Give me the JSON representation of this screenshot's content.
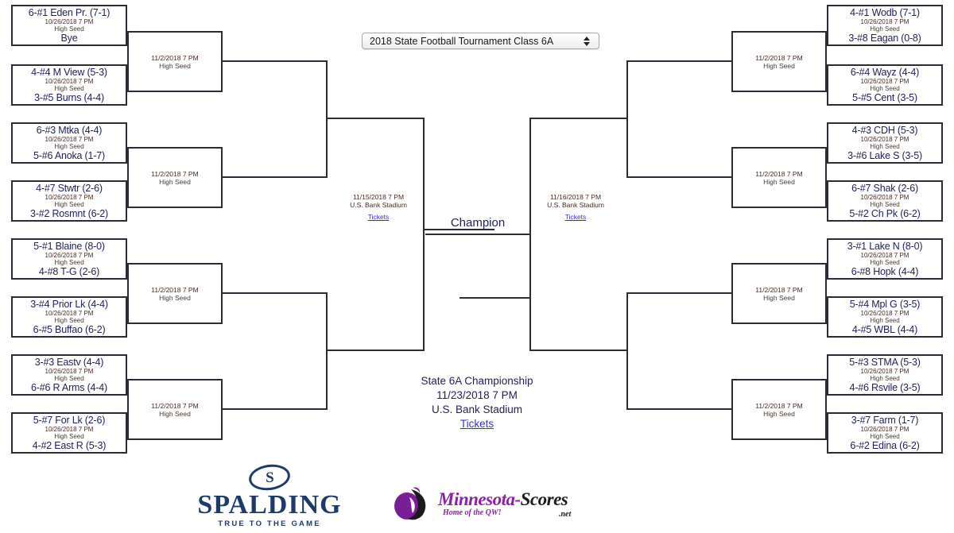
{
  "selector": {
    "name": "tournament-selector",
    "value": "2018 State Football Tournament Class 6A",
    "stepper_up_icon": "triangle-up-icon",
    "stepper_down_icon": "triangle-down-icon"
  },
  "labels": {
    "high_seed": "High Seed",
    "round1_datetime": "10/26/2018 7 PM",
    "round2_datetime": "11/2/2018 7 PM",
    "tickets": "Tickets",
    "champion": "Champion"
  },
  "left": {
    "round1": [
      {
        "top": "6-#1 Eden Pr. (7-1)",
        "date": "10/26/2018 7 PM",
        "seed": "High Seed",
        "bottom": "Bye"
      },
      {
        "top": "4-#4 M View (5-3)",
        "date": "10/26/2018 7 PM",
        "seed": "High Seed",
        "bottom": "3-#5 Burns (4-4)"
      },
      {
        "top": "6-#3 Mtka (4-4)",
        "date": "10/26/2018 7 PM",
        "seed": "High Seed",
        "bottom": "5-#6 Anoka (1-7)"
      },
      {
        "top": "4-#7 Stwtr (2-6)",
        "date": "10/26/2018 7 PM",
        "seed": "High Seed",
        "bottom": "3-#2 Rosmnt (6-2)"
      },
      {
        "top": "5-#1 Blaine (8-0)",
        "date": "10/26/2018 7 PM",
        "seed": "High Seed",
        "bottom": "4-#8 T-G (2-6)"
      },
      {
        "top": "3-#4 Prior Lk (4-4)",
        "date": "10/26/2018 7 PM",
        "seed": "High Seed",
        "bottom": "6-#5 Buffao (6-2)"
      },
      {
        "top": "3-#3 Eastv (4-4)",
        "date": "10/26/2018 7 PM",
        "seed": "High Seed",
        "bottom": "6-#6 R Arms (4-4)"
      },
      {
        "top": "5-#7 For Lk (2-6)",
        "date": "10/26/2018 7 PM",
        "seed": "High Seed",
        "bottom": "4-#2 East R (5-3)"
      }
    ],
    "round2": [
      {
        "date": "11/2/2018 7 PM",
        "seed": "High Seed"
      },
      {
        "date": "11/2/2018 7 PM",
        "seed": "High Seed"
      },
      {
        "date": "11/2/2018 7 PM",
        "seed": "High Seed"
      },
      {
        "date": "11/2/2018 7 PM",
        "seed": "High Seed"
      }
    ],
    "semifinal": {
      "date": "11/15/2018 7 PM",
      "venue": "U.S. Bank Stadium",
      "tickets": "Tickets"
    }
  },
  "right": {
    "round1": [
      {
        "top": "4-#1 Wodb (7-1)",
        "date": "10/26/2018 7 PM",
        "seed": "High Seed",
        "bottom": "3-#8 Eagan (0-8)"
      },
      {
        "top": "6-#4 Wayz (4-4)",
        "date": "10/26/2018 7 PM",
        "seed": "High Seed",
        "bottom": "5-#5 Cent (3-5)"
      },
      {
        "top": "4-#3 CDH (5-3)",
        "date": "10/26/2018 7 PM",
        "seed": "High Seed",
        "bottom": "3-#6 Lake S (3-5)"
      },
      {
        "top": "6-#7 Shak (2-6)",
        "date": "10/26/2018 7 PM",
        "seed": "High Seed",
        "bottom": "5-#2 Ch Pk (6-2)"
      },
      {
        "top": "3-#1 Lake N (8-0)",
        "date": "10/26/2018 7 PM",
        "seed": "High Seed",
        "bottom": "6-#8 Hopk (4-4)"
      },
      {
        "top": "5-#4 Mpl G (3-5)",
        "date": "10/26/2018 7 PM",
        "seed": "High Seed",
        "bottom": "4-#5 WBL (4-4)"
      },
      {
        "top": "5-#3 STMA (5-3)",
        "date": "10/26/2018 7 PM",
        "seed": "High Seed",
        "bottom": "4-#6 Rsvile (3-5)"
      },
      {
        "top": "3-#7 Farm (1-7)",
        "date": "10/26/2018 7 PM",
        "seed": "High Seed",
        "bottom": "6-#2 Edina (6-2)"
      }
    ],
    "round2": [
      {
        "date": "11/2/2018 7 PM",
        "seed": "High Seed"
      },
      {
        "date": "11/2/2018 7 PM",
        "seed": "High Seed"
      },
      {
        "date": "11/2/2018 7 PM",
        "seed": "High Seed"
      },
      {
        "date": "11/2/2018 7 PM",
        "seed": "High Seed"
      }
    ],
    "semifinal": {
      "date": "11/16/2018 7 PM",
      "venue": "U.S. Bank Stadium",
      "tickets": "Tickets"
    }
  },
  "final": {
    "title": "State 6A Championship",
    "datetime": "11/23/2018 7 PM",
    "venue": "U.S. Bank Stadium",
    "tickets": "Tickets"
  },
  "logos": {
    "spalding": {
      "wordmark": "SPALDING",
      "tagline": "TRUE TO THE GAME",
      "mark_letter": "S"
    },
    "minnesota_scores": {
      "name_part1": "Minnesota-",
      "name_part2": "Scores",
      "domain": ".net",
      "tagline": "Home of the QW!"
    }
  },
  "colors": {
    "team_text": "#23215c",
    "date_text": "#4a2a22",
    "link": "#3b31c9",
    "line": "#2b2b3a",
    "spalding_blue": "#1d3a6b",
    "ms_purple": "#8d1fa8"
  }
}
